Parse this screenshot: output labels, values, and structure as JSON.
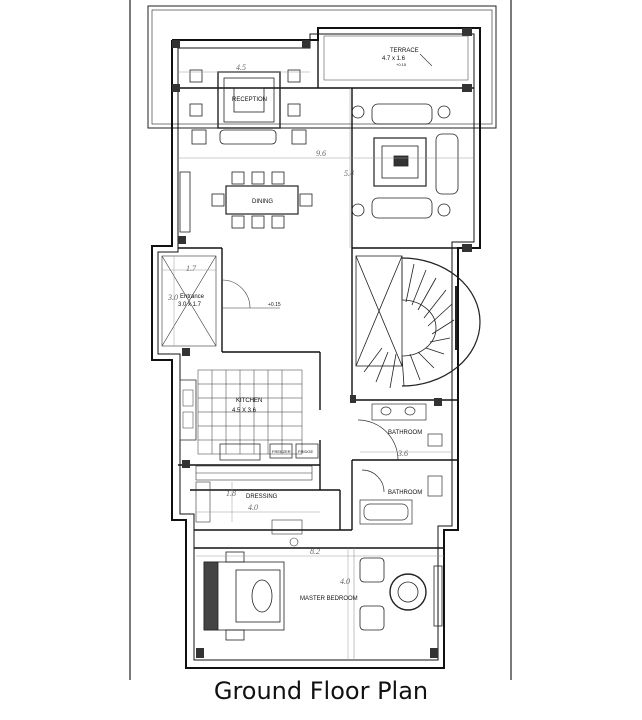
{
  "title": "Ground Floor Plan",
  "rooms": {
    "terrace": {
      "name": "TERRACE",
      "size": "4.7 x 1.6",
      "level": "+0.15"
    },
    "reception": {
      "name": "RECEPTION"
    },
    "dining": {
      "name": "DINING"
    },
    "entrance": {
      "name": "Entrance",
      "size": "3.0 x 1.7"
    },
    "kitchen": {
      "name": "KITCHEN",
      "size": "4.5 X 3.6"
    },
    "bathroom_1": {
      "name": "BATHROOM"
    },
    "bathroom_2": {
      "name": "BATHROOM"
    },
    "dressing": {
      "name": "DRESSING"
    },
    "master_bedroom": {
      "name": "MASTER BEDROOM"
    }
  },
  "appliances": {
    "freezer": "FREEZER",
    "fridge": "FRIDGE"
  },
  "level_marker": "+0.15",
  "dimensions": {
    "d_4_5": "4.5",
    "d_9_6": "9.6",
    "d_5_4": "5.4",
    "d_1_7": "1.7",
    "d_3_0": "3.0",
    "d_1_8": "1.8",
    "d_4_0_dressing": "4.0",
    "d_8_2": "8.2",
    "d_4_0_bedroom": "4.0",
    "d_3_6": "3.6"
  }
}
